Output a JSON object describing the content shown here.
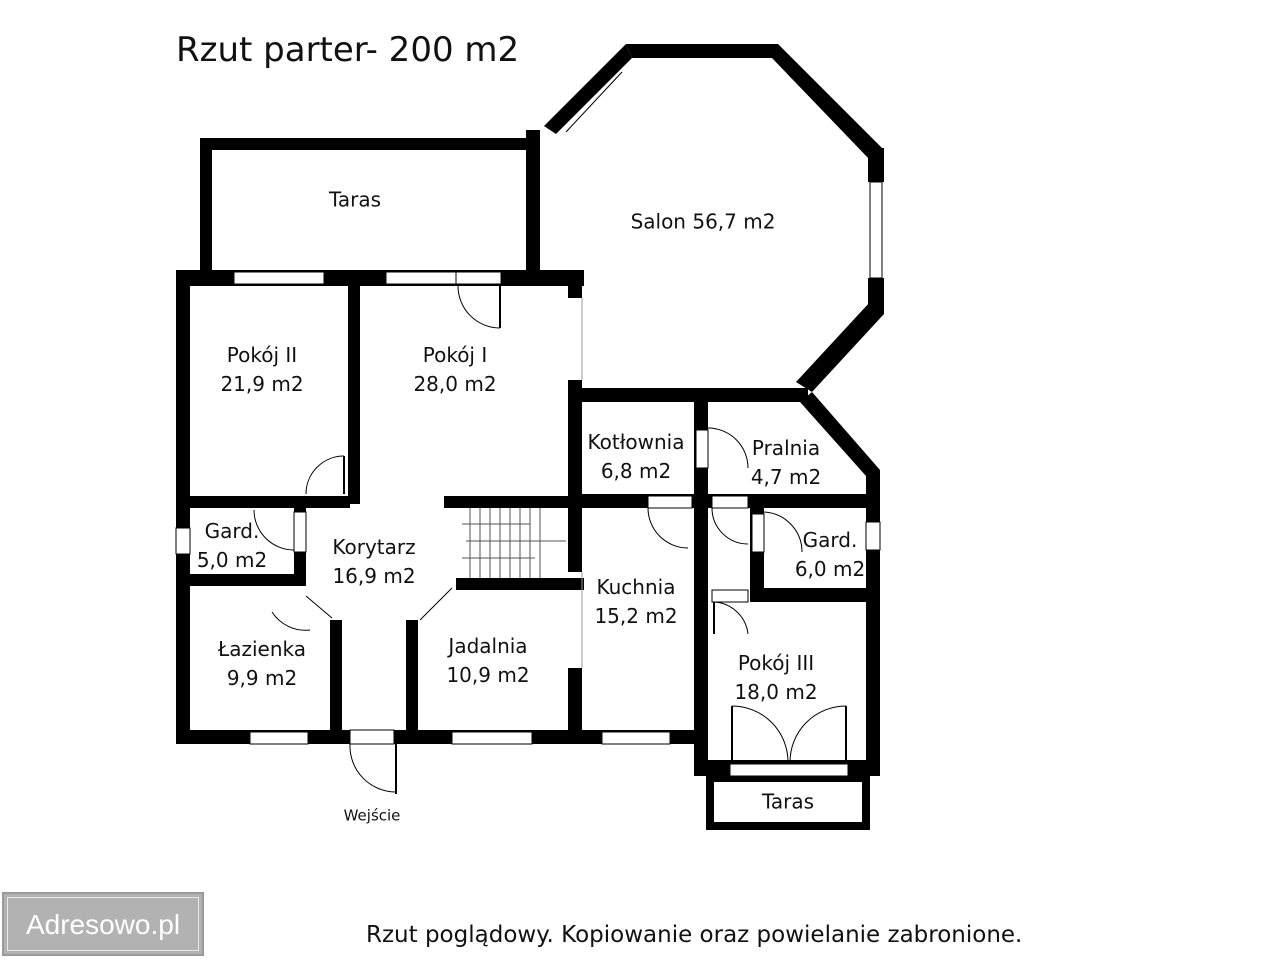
{
  "title": "Rzut parter- 200 m2",
  "rooms": {
    "taras_top": {
      "name": "Taras"
    },
    "salon": {
      "name": "Salon 56,7 m2"
    },
    "pokoj2": {
      "name": "Pokój II",
      "area": "21,9 m2"
    },
    "pokoj1": {
      "name": "Pokój I",
      "area": "28,0 m2"
    },
    "kotlownia": {
      "name": "Kotłownia",
      "area": "6,8 m2"
    },
    "pralnia": {
      "name": "Pralnia",
      "area": "4,7 m2"
    },
    "gard1": {
      "name": "Gard.",
      "area": "5,0 m2"
    },
    "korytarz": {
      "name": "Korytarz",
      "area": "16,9 m2"
    },
    "gard2": {
      "name": "Gard.",
      "area": "6,0 m2"
    },
    "kuchnia": {
      "name": "Kuchnia",
      "area": "15,2 m2"
    },
    "lazienka": {
      "name": "Łazienka",
      "area": "9,9 m2"
    },
    "jadalnia": {
      "name": "Jadalnia",
      "area": "10,9 m2"
    },
    "pokoj3": {
      "name": "Pokój III",
      "area": "18,0 m2"
    },
    "taras_bottom": {
      "name": "Taras"
    }
  },
  "entrance": "Wejście",
  "footer": "Rzut poglądowy. Kopiowanie oraz powielanie zabronione.",
  "watermark": "Adresowo.pl",
  "colors": {
    "wall": "#000000",
    "background": "#ffffff",
    "watermark_bg": "#b2b2b2"
  }
}
